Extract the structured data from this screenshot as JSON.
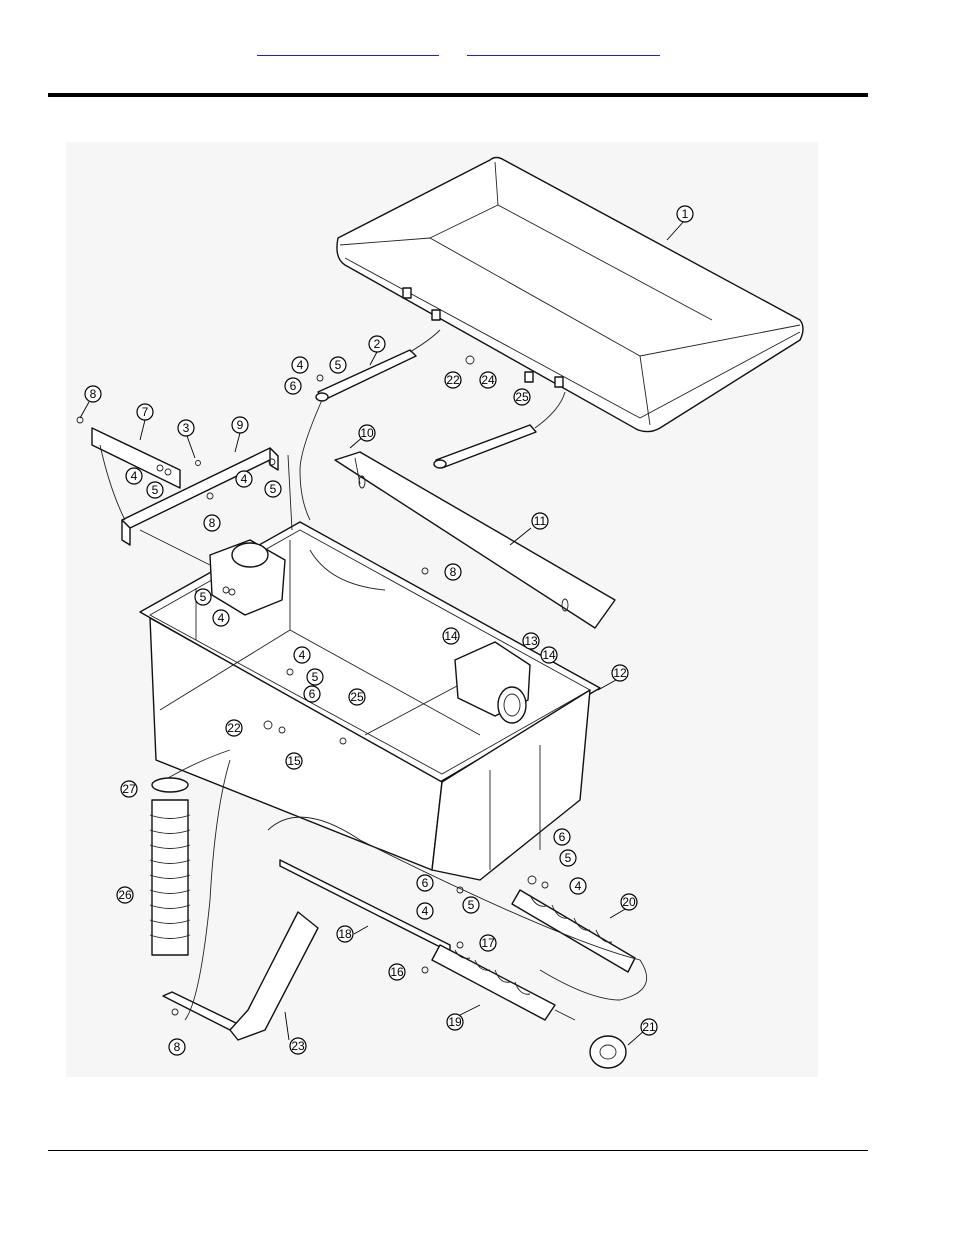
{
  "header": {
    "link_left": "",
    "link_right": ""
  },
  "drawing": {
    "callouts": [
      "1",
      "2",
      "3",
      "4",
      "5",
      "6",
      "7",
      "8",
      "9",
      "10",
      "11",
      "12",
      "13",
      "14",
      "15",
      "16",
      "17",
      "18",
      "19",
      "20",
      "21",
      "22",
      "23",
      "24",
      "25",
      "26",
      "27"
    ]
  }
}
